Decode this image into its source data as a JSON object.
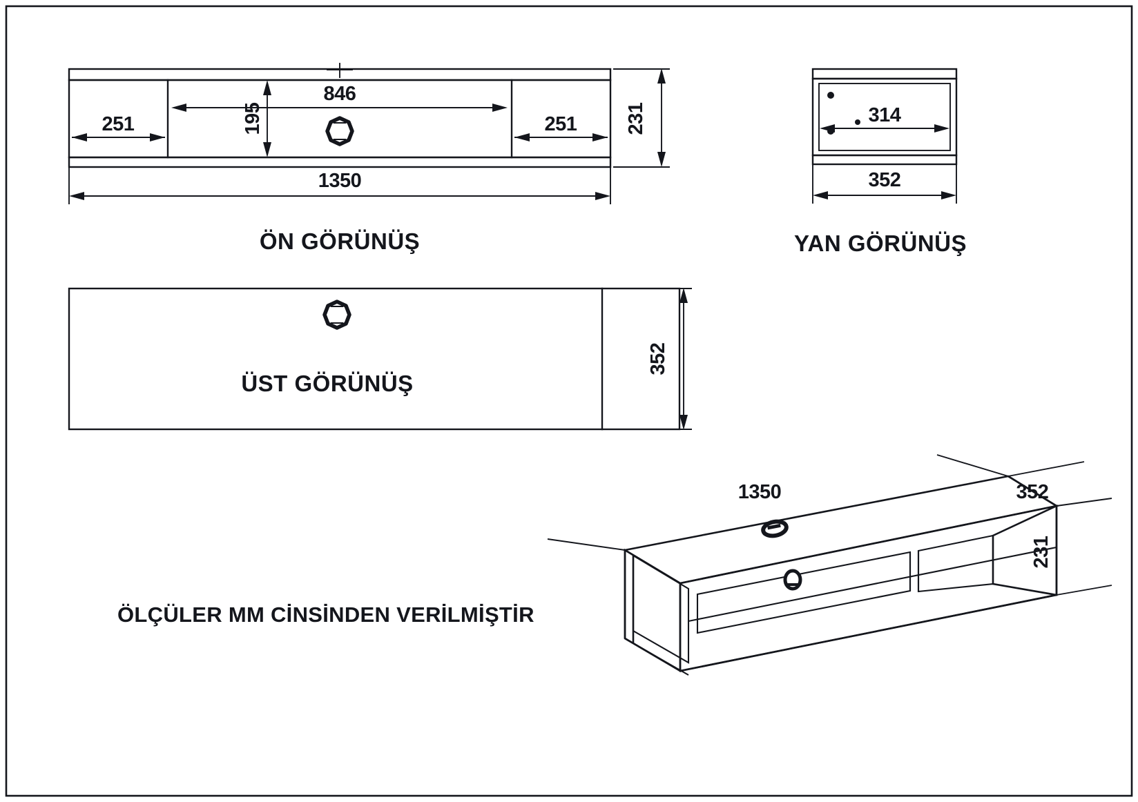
{
  "sheet": {
    "title": "Teknik Cizim - TV Unitesi",
    "note": "ÖLÇÜLER MM CİNSİNDEN VERİLMİŞTİR",
    "unit": "mm",
    "line_color": "#14161c",
    "background": "#ffffff"
  },
  "views": {
    "front": {
      "label": "ÖN GÖRÜNÜŞ",
      "dimensions": {
        "overall_width": "1350",
        "left_section": "251",
        "right_section": "251",
        "middle_section": "846",
        "inner_height": "195",
        "overall_height": "231"
      }
    },
    "side": {
      "label": "YAN GÖRÜNÜŞ",
      "dimensions": {
        "inner_depth": "314",
        "overall_depth": "352"
      }
    },
    "top": {
      "label": "ÜST GÖRÜNÜŞ",
      "dimensions": {
        "depth": "352"
      }
    },
    "iso": {
      "label": "",
      "dimensions": {
        "width": "1350",
        "depth": "352",
        "height": "231"
      }
    }
  },
  "icons": {
    "grommet": "cable-grommet-octagon",
    "dowel": "dowel-hole"
  }
}
